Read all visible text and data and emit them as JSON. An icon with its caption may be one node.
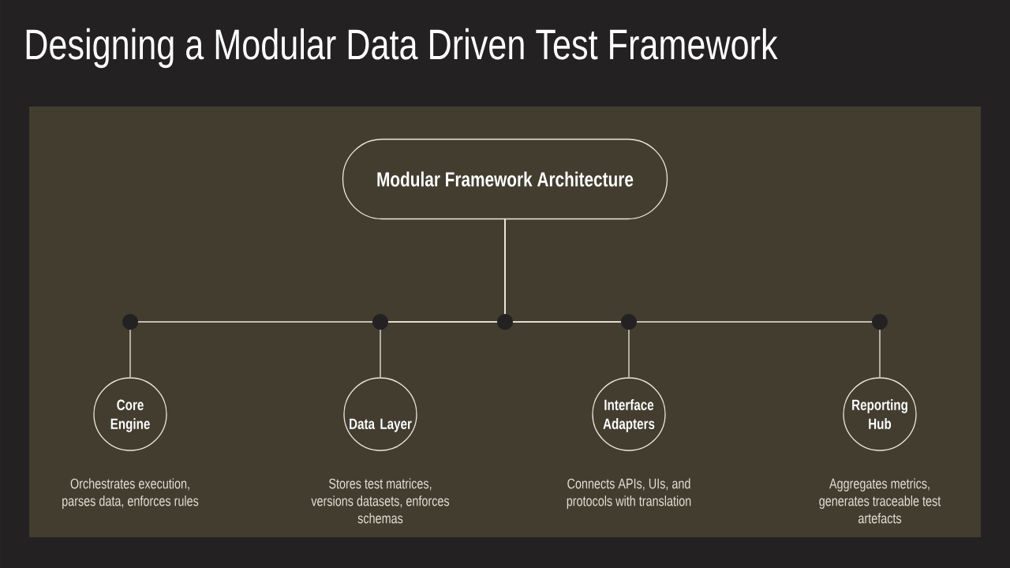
{
  "diagram": {
    "title": "Designing a Modular Data Driven Test Framework",
    "nodes": [
      {
        "text": [
          "Modular Framework Architecture"
        ]
      },
      {
        "text": [
          "Core Engine"
        ],
        "beside": [
          "Orchestrates execution, parses data, enforces rules"
        ]
      },
      {
        "text": [
          "Data Layer"
        ],
        "beside": [
          "Stores test matrices, versions datasets, enforces schemas"
        ]
      },
      {
        "text": [
          "Interface Adapters"
        ],
        "beside": [
          "Connects APIs, UIs, and protocols with translation"
        ]
      },
      {
        "text": [
          "Reporting Hub"
        ],
        "beside": [
          "Aggregates metrics, generates traceable test artefacts"
        ]
      }
    ],
    "edges": [
      {
        "from": 0,
        "to": 1,
        "arrow": "none"
      },
      {
        "from": 0,
        "to": 2,
        "arrow": "none"
      },
      {
        "from": 0,
        "to": 3,
        "arrow": "none"
      },
      {
        "from": 0,
        "to": 4,
        "arrow": "none"
      }
    ]
  }
}
